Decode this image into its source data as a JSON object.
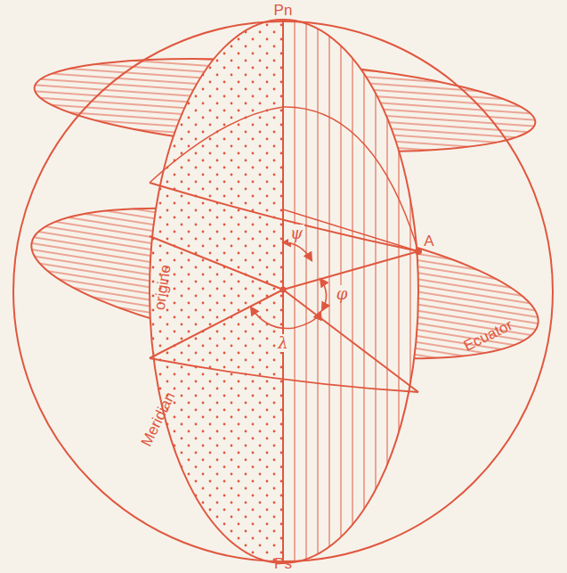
{
  "diagram": {
    "labels": [
      "Pn",
      "A",
      "ψ",
      "φ",
      "origine",
      "λ",
      "Meridian",
      "Ecuator",
      "Ps"
    ]
  }
}
